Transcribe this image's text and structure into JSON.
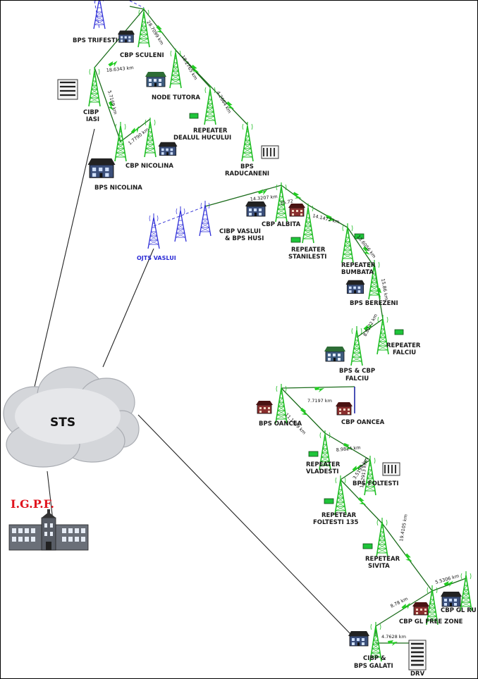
{
  "cloud_label": "STS",
  "hq_label": "I.G.P.F.",
  "sites": {
    "bps_trifesti": "BPS TRIFESTI",
    "cbp_sculeni": "CBP SCULENI",
    "node_tutora": "NODE TUTORA",
    "cibp_iasi": [
      "CIBP",
      "IASI"
    ],
    "repeater_dealul": [
      "REPEATER",
      "DEALUL HUCULUI"
    ],
    "cbp_nicolina": "CBP NICOLINA",
    "bps_nicolina": "BPS NICOLINA",
    "bps_raducaneni": [
      "BPS",
      "RADUCANENI"
    ],
    "ojts_vaslui": "OJTS VASLUI",
    "cibp_vaslui": [
      "CIBP VASLUI",
      "& BPS HUSI"
    ],
    "cbp_albita": "CBP ALBITA",
    "repeater_stanilesti": [
      "REPEATER",
      "STANILESTI"
    ],
    "repeater_bumbata": [
      "REPEATER",
      "BUMBATA"
    ],
    "bps_berezeni": "BPS BEREZENI",
    "repeater_falciu": [
      "REPEATER",
      "FALCIU"
    ],
    "bps_cbp_falciu": [
      "BPS & CBP",
      "FALCIU"
    ],
    "bps_oancea": "BPS OANCEA",
    "cbp_oancea": "CBP OANCEA",
    "repeater_vladesti": [
      "REPEATER",
      "VLADESTI"
    ],
    "bps_foltesti": "BPS FOLTESTI",
    "repetear_foltesti": [
      "REPETEAR",
      "FOLTESTI 135"
    ],
    "repetear_sivita": [
      "REPETEAR",
      "SIVITA"
    ],
    "cbp_gl_free_zone": "CBP GL FREE ZONE",
    "cbp_gl_ru": "CBP GL RU",
    "cibp_galati": [
      "CIBP &",
      "BPS GALATI"
    ],
    "drv": "DRV"
  },
  "distances": {
    "sculeni_trifesti": "28.7099 km",
    "sculeni_iasi": "18.6343 km",
    "sculeni_tutora": "18.2765 km",
    "tutora_dealul": "4.2664 km",
    "iasi_nicolina": "5.7169 km",
    "nicolina_link": "1.7790 km",
    "vaslui_albita": "14.3207 km",
    "albita_short": "25.72",
    "albita_stanilesti": "14.1472 km",
    "stanilesti_bumbata": "13.6056 km",
    "bumbata_berezeni": "15.86 km",
    "berezeni_falciu": "8.8272 km",
    "oancea_link": "7.7197 km",
    "oancea_vladesti": "11.1829 km",
    "vladesti_foltesti": "8.9824 km",
    "foltesti_bps": "3.5198 km",
    "foltesti_135": "11.2913 km",
    "sivita_freezone": "19.4105 km",
    "freezone_ru": "5.5306 km",
    "galati_freezone": "8.78 km",
    "galati_drv": "4.7628 km"
  },
  "colors": {
    "tower": "#1fbe24",
    "tower_blue": "#2f2fd8",
    "link": "#1a6b1a",
    "bolt": "#22cc22",
    "repeater_box": "#1fc43a",
    "igpf": "#e0141e",
    "cloud": "#d4d6da"
  }
}
